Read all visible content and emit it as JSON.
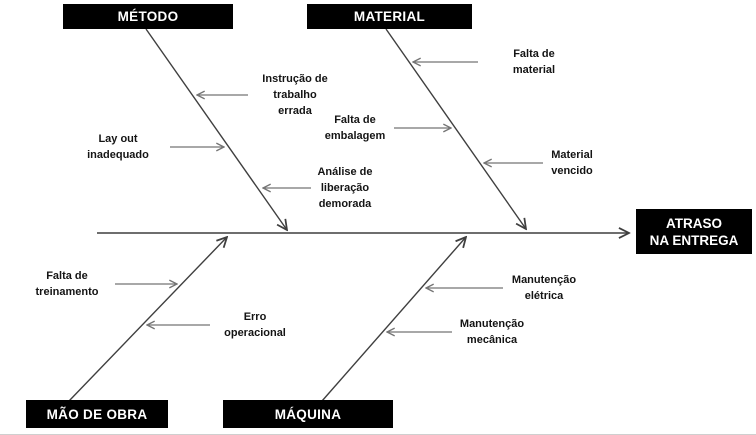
{
  "diagram": {
    "type": "ishikawa-fishbone",
    "effect": {
      "label": "ATRASO\nNA ENTREGA"
    },
    "categories": [
      {
        "label": "MÉTODO"
      },
      {
        "label": "MATERIAL"
      },
      {
        "label": "MÃO DE OBRA"
      },
      {
        "label": "MÁQUINA"
      }
    ],
    "causes": [
      {
        "category": "MÉTODO",
        "label": "Instrução de\ntrabalho\nerrada"
      },
      {
        "category": "MÉTODO",
        "label": "Lay out\ninadequado"
      },
      {
        "category": "MÉTODO",
        "label": "Análise de\nliberação\ndemorada"
      },
      {
        "category": "MATERIAL",
        "label": "Falta de\nmaterial"
      },
      {
        "category": "MATERIAL",
        "label": "Falta de\nembalagem"
      },
      {
        "category": "MATERIAL",
        "label": "Material\nvencido"
      },
      {
        "category": "MÃO DE OBRA",
        "label": "Falta de\ntreinamento"
      },
      {
        "category": "MÃO DE OBRA",
        "label": "Erro\noperacional"
      },
      {
        "category": "MÁQUINA",
        "label": "Manutenção\nelétrica"
      },
      {
        "category": "MÁQUINA",
        "label": "Manutenção\nmecânica"
      }
    ],
    "colors": {
      "box_background": "#000000",
      "box_text": "#ffffff",
      "bone_line": "#3f3f3f",
      "cause_arrow": "#757575",
      "cause_text": "#141414",
      "background": "#ffffff"
    }
  }
}
